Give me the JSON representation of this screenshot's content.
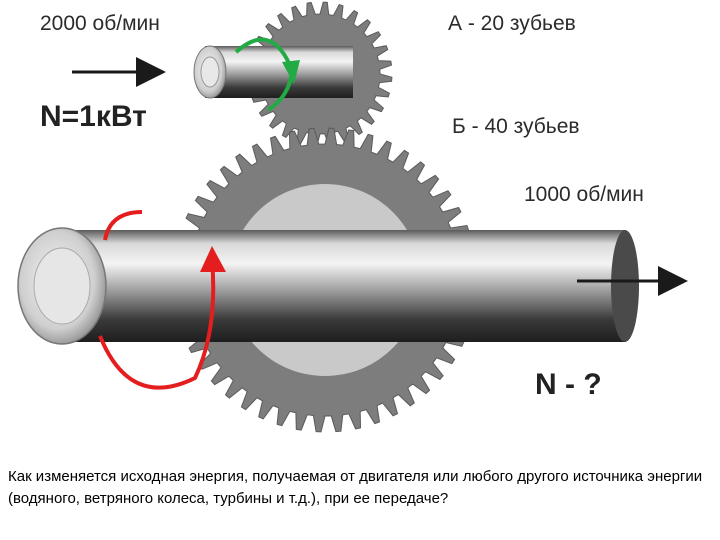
{
  "labels": {
    "input_speed": "2000 об/мин",
    "gear_a": "А - 20 зубьев",
    "input_power": "N=1кВт",
    "gear_b": "Б - 40 зубьев",
    "output_speed": "1000 об/мин",
    "output_power": "N - ?"
  },
  "caption": "Как изменяется исходная энергия, получаемая от двигателя или любого другого источника энергии (водяного, ветряного колеса, турбины и т.д.), при ее передаче?",
  "colors": {
    "gear": "#7d7d7d",
    "gear_hub": "#c9c9c9",
    "shaft_light": "#eeeeee",
    "shaft_dark": "#3a3a3a",
    "arrow": "#1a1a1a",
    "rotation_small": "#22aa44",
    "rotation_large": "#e41e1e"
  },
  "gears": [
    {
      "name": "А",
      "teeth": 20
    },
    {
      "name": "Б",
      "teeth": 40
    }
  ]
}
